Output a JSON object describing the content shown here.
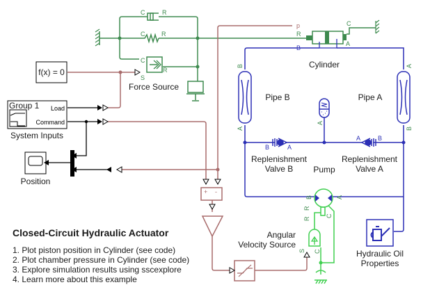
{
  "title": "Closed-Circuit Hydraulic Actuator",
  "annotations": [
    "1. Plot piston position in Cylinder (see code)",
    "2. Plot chamber pressure in Cylinder (see code)",
    "3. Explore simulation results using sscexplore",
    "4. Learn more about this example"
  ],
  "blocks": {
    "solver": "f(x) = 0",
    "system_inputs": {
      "label": "System Inputs",
      "group": "Group 1",
      "port_load": "Load",
      "port_command": "Command"
    },
    "position_scope": "Position",
    "force_source": "Force Source",
    "cylinder": "Cylinder",
    "pipe_b": "Pipe B",
    "pipe_a": "Pipe A",
    "pump": "Pump",
    "valve_b": "Replenishment\nValve B",
    "valve_b_lines": [
      "Replenishment",
      "Valve B"
    ],
    "valve_a_lines": [
      "Replenishment",
      "Valve A"
    ],
    "angular_velocity_source_lines": [
      "Angular",
      "Velocity Source"
    ],
    "hydraulic_oil_lines": [
      "Hydraulic Oil",
      "Properties"
    ]
  },
  "ports": {
    "C": "C",
    "R": "R",
    "S": "S",
    "A": "A",
    "B": "B",
    "p": "p",
    "plus": "+",
    "minus": "-"
  },
  "colors": {
    "mechanical": "#3d8a4e",
    "hydraulic": "#2b2fb5",
    "signal_physical": "#a86b6b",
    "signal": "#000000",
    "rotational": "#3fcf4f"
  }
}
